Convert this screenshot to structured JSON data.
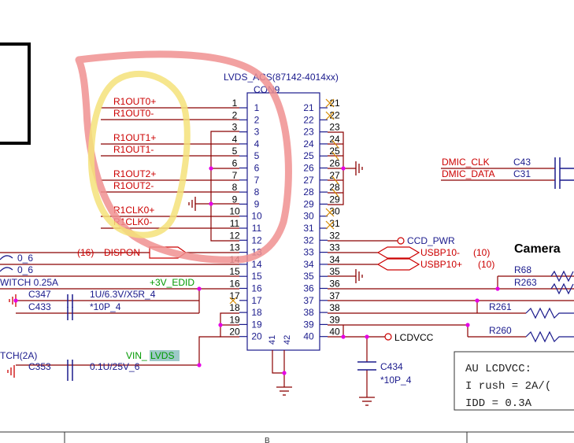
{
  "connector": {
    "title": "LVDS_ACS(87142-4014xx)",
    "ref": "CON9",
    "left_pin_numbers": [
      "1",
      "2",
      "3",
      "4",
      "5",
      "6",
      "7",
      "8",
      "9",
      "10",
      "11",
      "12",
      "13",
      "14",
      "15",
      "16",
      "17",
      "18",
      "19",
      "20"
    ],
    "right_pin_numbers": [
      "21",
      "22",
      "23",
      "24",
      "25",
      "26",
      "27",
      "28",
      "29",
      "30",
      "31",
      "32",
      "33",
      "34",
      "35",
      "36",
      "37",
      "38",
      "39",
      "40"
    ],
    "bottom_pin_numbers": [
      "41",
      "42"
    ]
  },
  "left_nets": {
    "r1out0p": "R1OUT0+",
    "r1out0n": "R1OUT0-",
    "r1out1p": "R1OUT1+",
    "r1out1n": "R1OUT1-",
    "r1out2p": "R1OUT2+",
    "r1out2n": "R1OUT2-",
    "r1clk0p": "R1CLK0+",
    "r1clk0n": "R1CLK0-",
    "dispon_ref": "(16)",
    "dispon": "DISPON",
    "net_13_val": "0_6",
    "net_14_val": "0_6",
    "switch_025a": "WITCH 0.25A",
    "edid": "+3V_EDID",
    "c347": "C347",
    "c347_val": "1U/6.3V/X5R_4",
    "c433": "C433",
    "c433_val": "*10P_4",
    "switch_2a": "TCH(2A)",
    "vin_lvds_prefix": "VIN_",
    "vin_lvds_suffix": "LVDS",
    "c353": "C353",
    "c353_val": "0.1U/25V_6"
  },
  "right_nets": {
    "dmic_clk": "DMIC_CLK",
    "dmic_data": "DMIC_DATA",
    "c43": "C43",
    "c31": "C31",
    "ccd_pwr": "CCD_PWR",
    "usbp10n": "USBP10-",
    "usbp10n_ref": "(10)",
    "usbp10p": "USBP10+",
    "usbp10p_ref": "(10)",
    "camera": "Camera",
    "r68": "R68",
    "r263": "R263",
    "r261": "R261",
    "r260": "R260",
    "lcdvcc": "LCDVCC",
    "c434": "C434",
    "c434_val": "*10P_4"
  },
  "note_box": {
    "line1": "AU LCDVCC:",
    "line2": "I rush = 2A/(",
    "line3": "IDD = 0.3A"
  },
  "border_letter": "B",
  "colors": {
    "wire": "#8b0000",
    "component": "#1a1a8c",
    "label_red": "#cc0000",
    "label_green": "#009900",
    "junction": "#e600e6",
    "circle_pink": "#f09090",
    "circle_yellow": "#f5e27a"
  }
}
